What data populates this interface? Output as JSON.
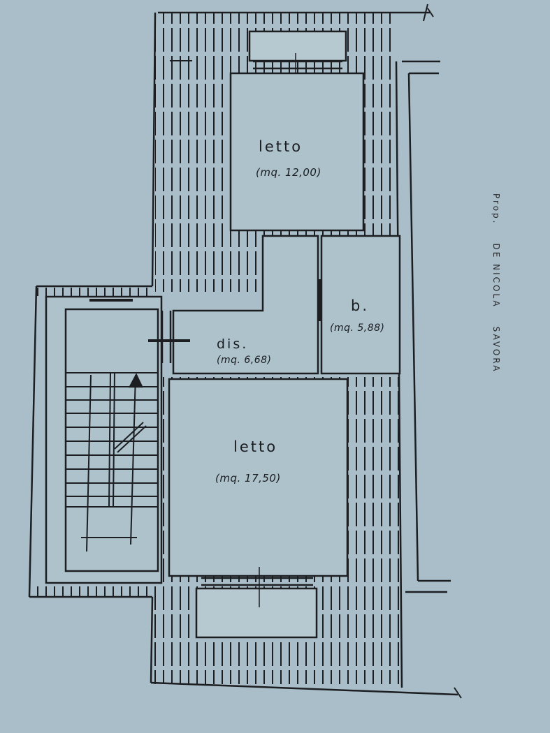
{
  "document": {
    "type": "floor plan",
    "background_color": "#a9bec8",
    "line_color": "#1c1e22"
  },
  "rooms": [
    {
      "id": "bedroom-top",
      "name": "letto",
      "area": "(mq. 12,00)"
    },
    {
      "id": "hallway",
      "name": "dis.",
      "area": "(mq. 6,68)"
    },
    {
      "id": "bathroom",
      "name": "b.",
      "area": "(mq. 5,88)"
    },
    {
      "id": "bedroom-bottom",
      "name": "letto",
      "area": "(mq. 17,50)"
    }
  ],
  "owner_annotation": {
    "prefix": "Prop.",
    "surname": "DE NICOLA",
    "name": "SAVORA"
  },
  "elements": {
    "staircase_steps": 10,
    "balconies": 2,
    "windows": 3
  }
}
